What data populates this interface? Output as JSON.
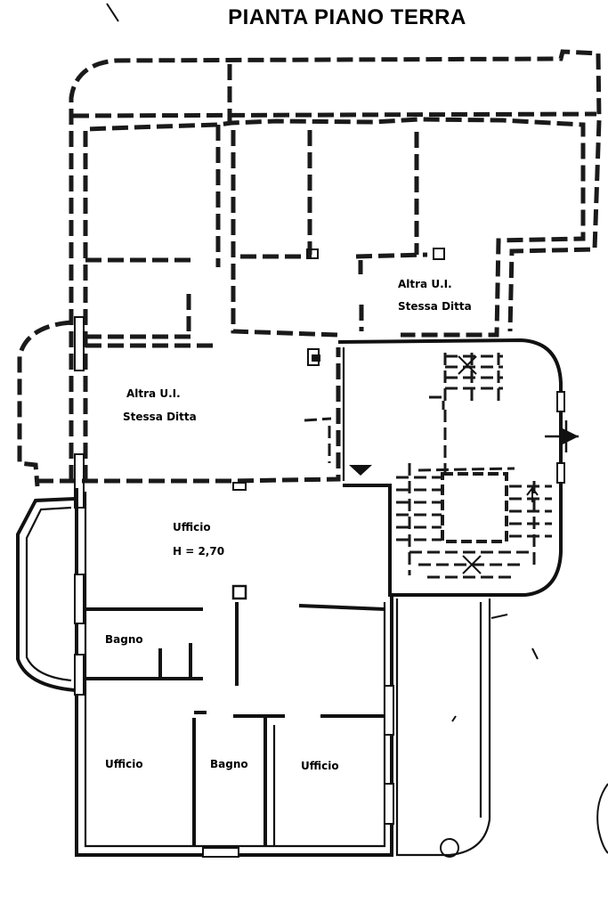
{
  "title": "PIANTA PIANO TERRA",
  "rooms": {
    "altra_ui_top": {
      "line1": "Altra U.I.",
      "line2": "Stessa Ditta"
    },
    "altra_ui_left": {
      "line1": "Altra U.I.",
      "line2": "Stessa Ditta"
    },
    "ufficio_main": {
      "line1": "Ufficio",
      "line2": "H = 2,70"
    },
    "bagno_small": "Bagno",
    "ufficio_left": "Ufficio",
    "bagno_center": "Bagno",
    "ufficio_right": "Ufficio"
  }
}
